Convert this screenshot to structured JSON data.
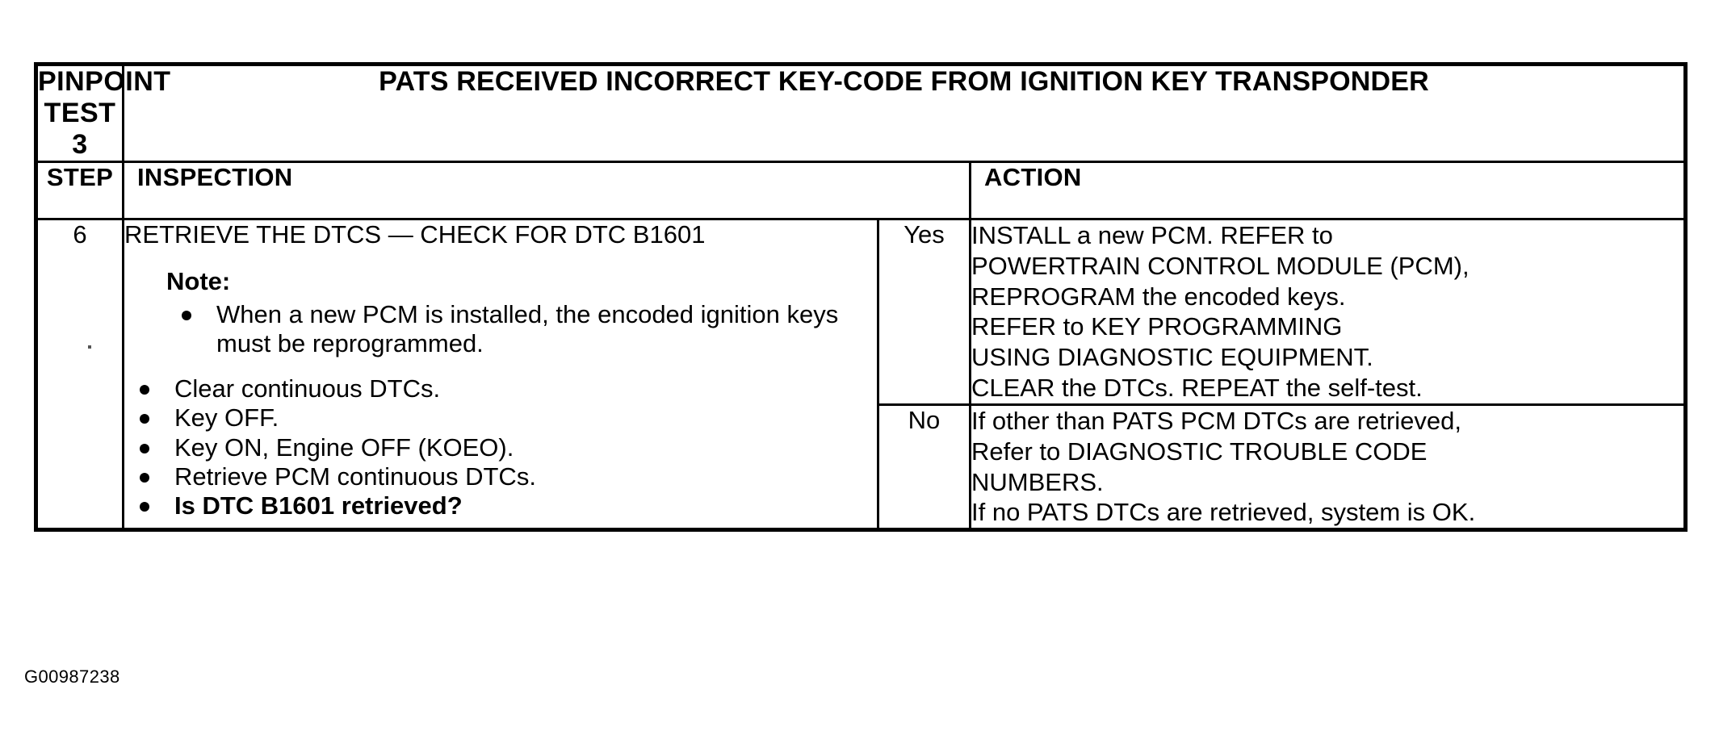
{
  "document": {
    "figure_id": "G00987238"
  },
  "table": {
    "title": {
      "test_label": "PINPOINT TEST 3",
      "test_name": "PATS RECEIVED INCORRECT KEY-CODE FROM IGNITION KEY TRANSPONDER"
    },
    "headers": {
      "step": "STEP",
      "inspection": "INSPECTION",
      "result": "",
      "action": "ACTION"
    },
    "rows": [
      {
        "step": "6",
        "inspection": {
          "heading": "RETRIEVE THE DTCS — CHECK FOR DTC B1601",
          "note_label": "Note:",
          "note_bullets": [
            "When a new PCM is installed, the encoded ignition keys must be reprogrammed."
          ],
          "steps": [
            {
              "text": "Clear continuous DTCs.",
              "bold": false
            },
            {
              "text": "Key OFF.",
              "bold": false
            },
            {
              "text": "Key ON, Engine OFF (KOEO).",
              "bold": false
            },
            {
              "text": "Retrieve PCM continuous DTCs.",
              "bold": false
            },
            {
              "text": "Is DTC B1601 retrieved?",
              "bold": true
            }
          ]
        },
        "outcomes": [
          {
            "result": "Yes",
            "action_lines": [
              "INSTALL a new PCM. REFER to",
              "POWERTRAIN CONTROL MODULE (PCM),",
              "REPROGRAM the encoded keys.",
              "REFER to KEY PROGRAMMING",
              "USING DIAGNOSTIC EQUIPMENT.",
              "CLEAR the DTCs.  REPEAT the self-test."
            ]
          },
          {
            "result": "No",
            "action_lines": [
              "If other than PATS PCM DTCs are retrieved,",
              "Refer to DIAGNOSTIC TROUBLE CODE",
              "NUMBERS.",
              "If no PATS DTCs are retrieved, system is OK."
            ]
          }
        ]
      }
    ]
  }
}
